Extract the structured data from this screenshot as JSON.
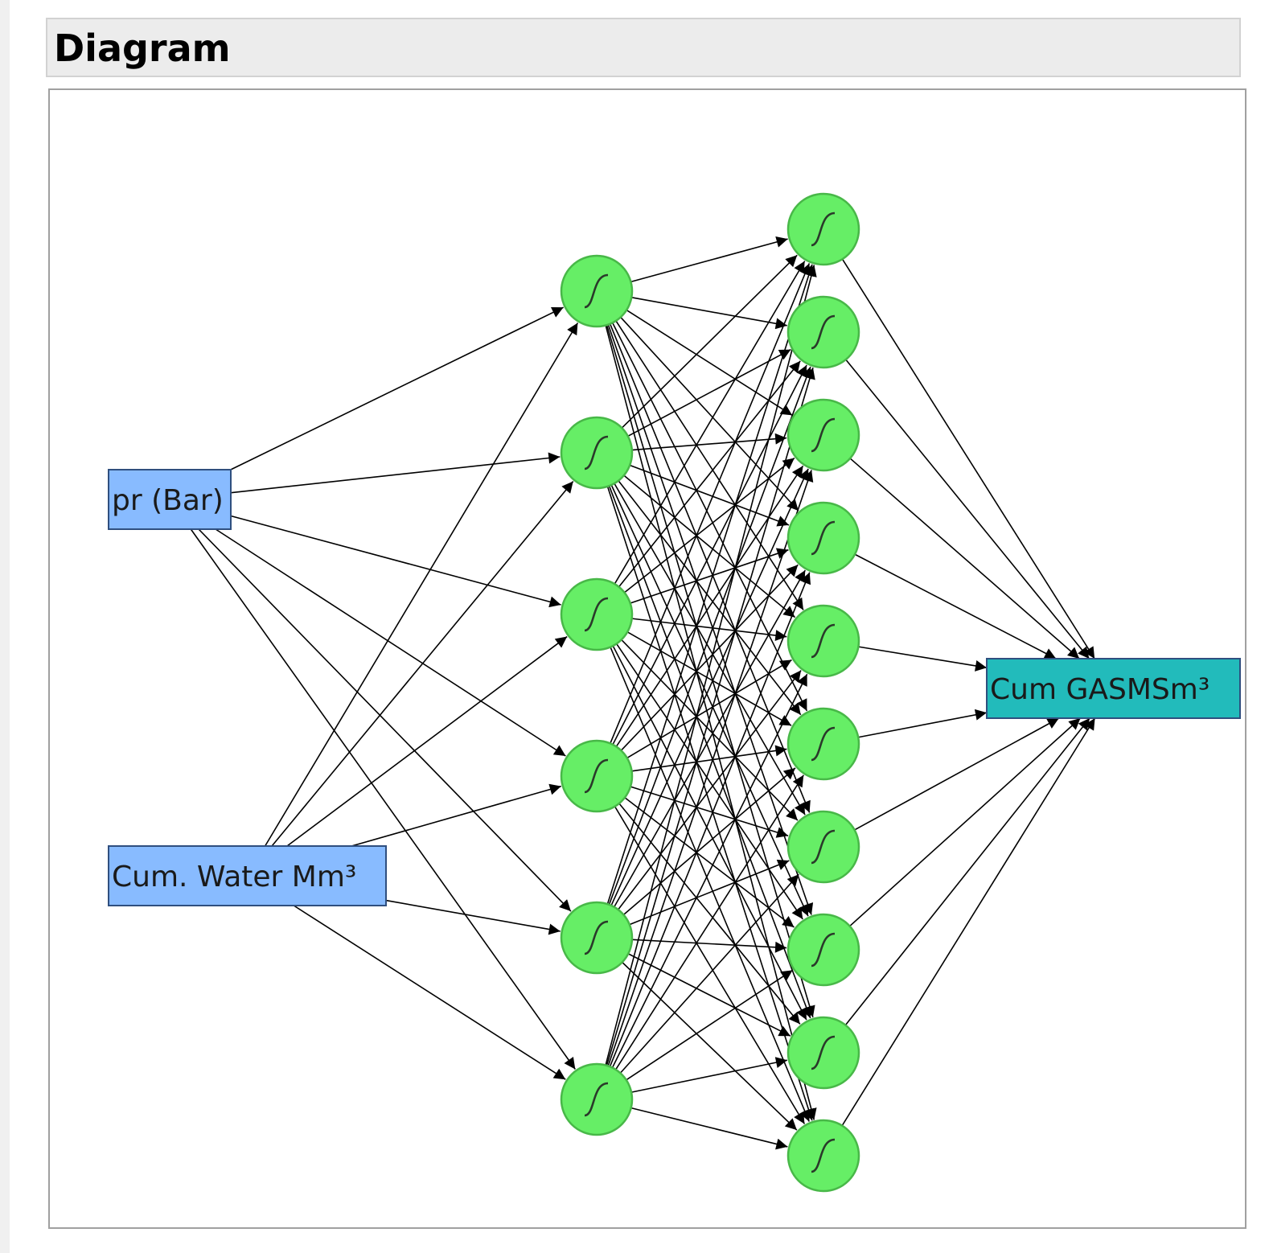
{
  "window": {
    "title": "Diagram"
  },
  "diagram": {
    "inputs": [
      {
        "label": "pr (Bar)",
        "color": "#88bbff"
      },
      {
        "label": "Cum. Water Mm³",
        "color": "#88bbff"
      }
    ],
    "hidden_layer_1": {
      "neuron_count": 6,
      "activation_icon": "sigmoid-icon",
      "color": "#66ee66"
    },
    "hidden_layer_2": {
      "neuron_count": 10,
      "activation_icon": "sigmoid-icon",
      "color": "#66ee66"
    },
    "output": {
      "label": "Cum GASMSm³",
      "color": "#22bbbb"
    }
  }
}
